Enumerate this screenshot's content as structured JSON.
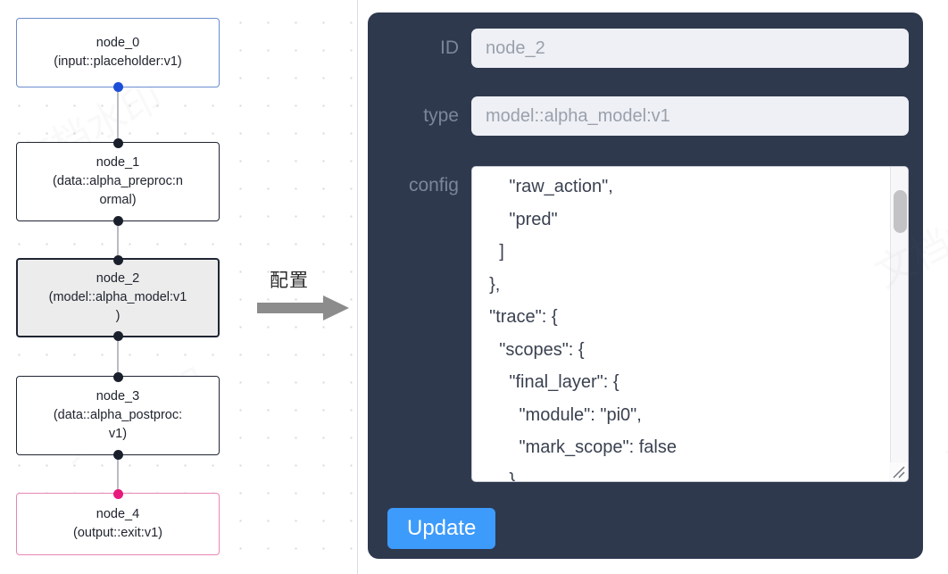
{
  "graph": {
    "nodes": [
      {
        "id": "node_0",
        "label": "node_0\n(input::placeholder:v1)",
        "kind": "input",
        "selected": false
      },
      {
        "id": "node_1",
        "label": "node_1\n(data::alpha_preproc:n\normal)",
        "kind": "default",
        "selected": false
      },
      {
        "id": "node_2",
        "label": "node_2\n(model::alpha_model:v1\n)",
        "kind": "default",
        "selected": true
      },
      {
        "id": "node_3",
        "label": "node_3\n(data::alpha_postproc:\nv1)",
        "kind": "default",
        "selected": false
      },
      {
        "id": "node_4",
        "label": "node_4\n(output::exit:v1)",
        "kind": "output",
        "selected": false
      }
    ],
    "colors": {
      "input_border": "#6b8cce",
      "output_border": "#e886b4",
      "default_border": "#1f2533",
      "selected_fill": "#ececec",
      "edge": "#b9bcc4",
      "port_default": "#1a1f2c",
      "port_input": "#1d4ed8",
      "port_output": "#e8197d"
    }
  },
  "transform": {
    "label": "配置",
    "arrow_icon": "arrow-right-icon"
  },
  "panel": {
    "background": "#2e394e",
    "fields": [
      {
        "label": "ID",
        "value": "node_2",
        "placeholder": "node_2"
      },
      {
        "label": "type",
        "value": "model::alpha_model:v1",
        "placeholder": "model::alpha_model:v1"
      }
    ],
    "config": {
      "label": "config",
      "text": "      \"raw_action\",\n      \"pred\"\n    ]\n  },\n  \"trace\": {\n    \"scopes\": {\n      \"final_layer\": {\n        \"module\": \"pi0\",\n        \"mark_scope\": false\n      },\n      \"action_model\": {",
      "scrollbar": {
        "visible": true,
        "thumb_position": "near-top"
      },
      "resize_handle_icon": "resize-grip-icon"
    },
    "update_button": {
      "label": "Update",
      "color": "#3d9bfb"
    }
  },
  "watermark": {
    "text": "文档水印"
  }
}
